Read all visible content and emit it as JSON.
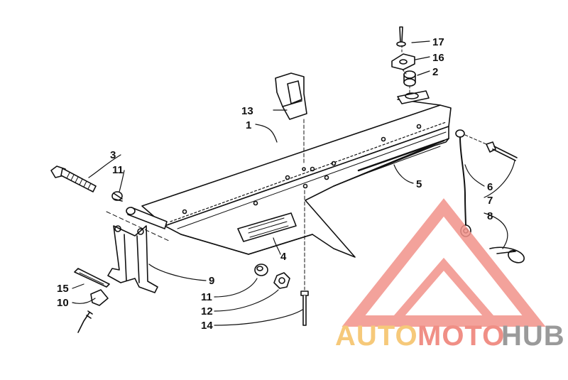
{
  "parts": [
    {
      "id": "p1",
      "label": "1"
    },
    {
      "id": "p2",
      "label": "2"
    },
    {
      "id": "p3",
      "label": "3"
    },
    {
      "id": "p4",
      "label": "4"
    },
    {
      "id": "p5",
      "label": "5"
    },
    {
      "id": "p6",
      "label": "6"
    },
    {
      "id": "p7",
      "label": "7"
    },
    {
      "id": "p8",
      "label": "8"
    },
    {
      "id": "p9",
      "label": "9"
    },
    {
      "id": "p10",
      "label": "10"
    },
    {
      "id": "p11a",
      "label": "11"
    },
    {
      "id": "p11b",
      "label": "11"
    },
    {
      "id": "p12",
      "label": "12"
    },
    {
      "id": "p13",
      "label": "13"
    },
    {
      "id": "p14",
      "label": "14"
    },
    {
      "id": "p15",
      "label": "15"
    },
    {
      "id": "p16",
      "label": "16"
    },
    {
      "id": "p17",
      "label": "17"
    }
  ],
  "watermark": {
    "part1": "AUTO",
    "part2": "MOTO",
    "part3": "HUB",
    "colors": {
      "auto": "#f6c97a",
      "moto": "#f08f86",
      "hub": "#9a9a9a",
      "triangle": "#f2928a"
    }
  }
}
